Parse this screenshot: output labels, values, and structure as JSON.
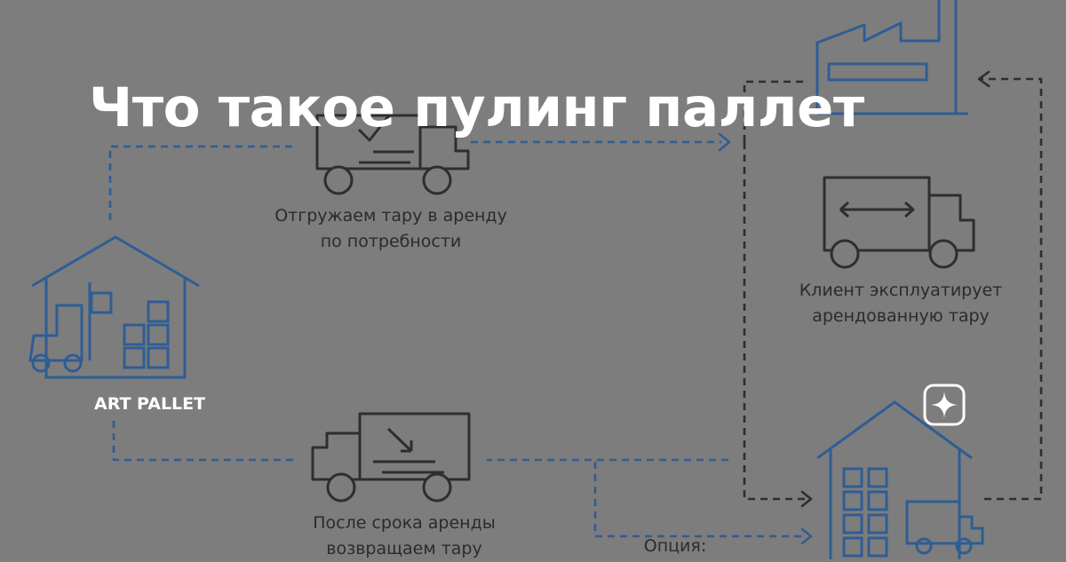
{
  "headline": "Что такое пулинг паллет",
  "brand": "ART PALLET",
  "steps": {
    "ship": [
      "Отгружаем тару в аренду",
      "по потребности"
    ],
    "use": [
      "Клиент эксплуатирует",
      "арендованную тару"
    ],
    "return": [
      "После срока аренды",
      "возвращаем тару"
    ],
    "option": [
      "Опция:"
    ]
  },
  "icons": [
    "warehouse-icon",
    "forklift-icon",
    "truck-icon",
    "factory-icon",
    "star-icon"
  ],
  "colors": {
    "background": "#7d7d7d",
    "line_dark": "#2e2e2e",
    "line_blue": "#2f5d94",
    "title": "#ffffff"
  }
}
